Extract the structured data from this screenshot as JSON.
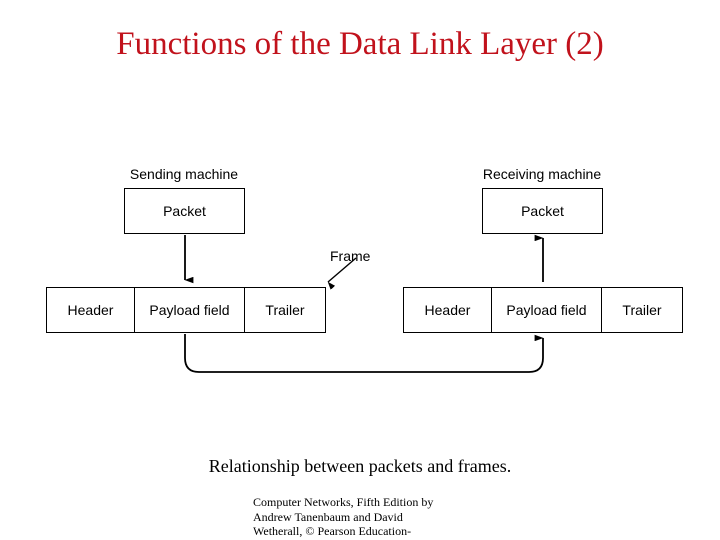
{
  "slide": {
    "title": "Functions of the Data Link Layer (2)",
    "title_color": "#C1121C",
    "background": "#ffffff"
  },
  "diagram": {
    "sending": {
      "machine_label": "Sending machine",
      "packet_label": "Packet",
      "frame_cells": [
        "Header",
        "Payload field",
        "Trailer"
      ]
    },
    "receiving": {
      "machine_label": "Receiving machine",
      "packet_label": "Packet",
      "frame_cells": [
        "Header",
        "Payload field",
        "Trailer"
      ]
    },
    "frame_note": "Frame"
  },
  "caption": "Relationship between packets and frames.",
  "attribution": {
    "line1": "Computer Networks, Fifth Edition by",
    "line2": "Andrew Tanenbaum and David",
    "line3": "Wetherall, © Pearson Education-"
  }
}
